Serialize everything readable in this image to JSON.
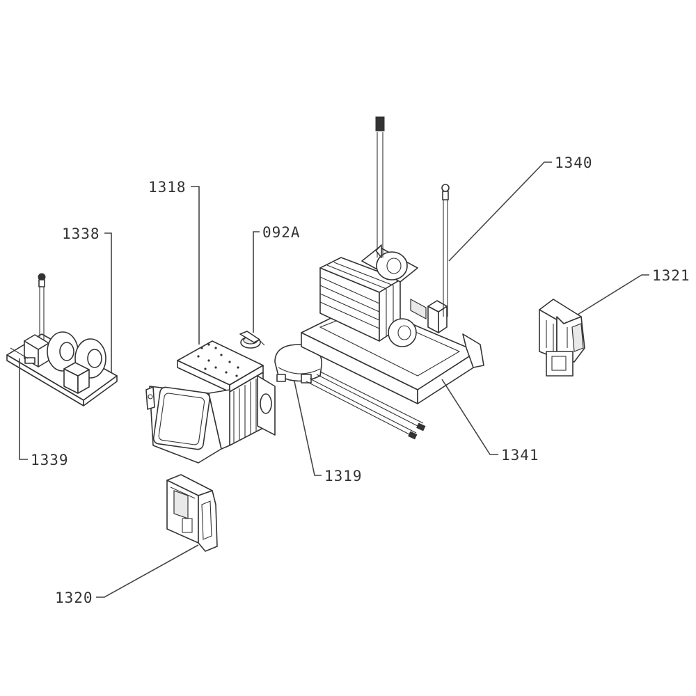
{
  "diagram": {
    "labels": {
      "l1318": "1318",
      "l1338": "1338",
      "l092A": "092A",
      "l1340": "1340",
      "l1321": "1321",
      "l1339": "1339",
      "l1319": "1319",
      "l1341": "1341",
      "l1320": "1320"
    }
  }
}
